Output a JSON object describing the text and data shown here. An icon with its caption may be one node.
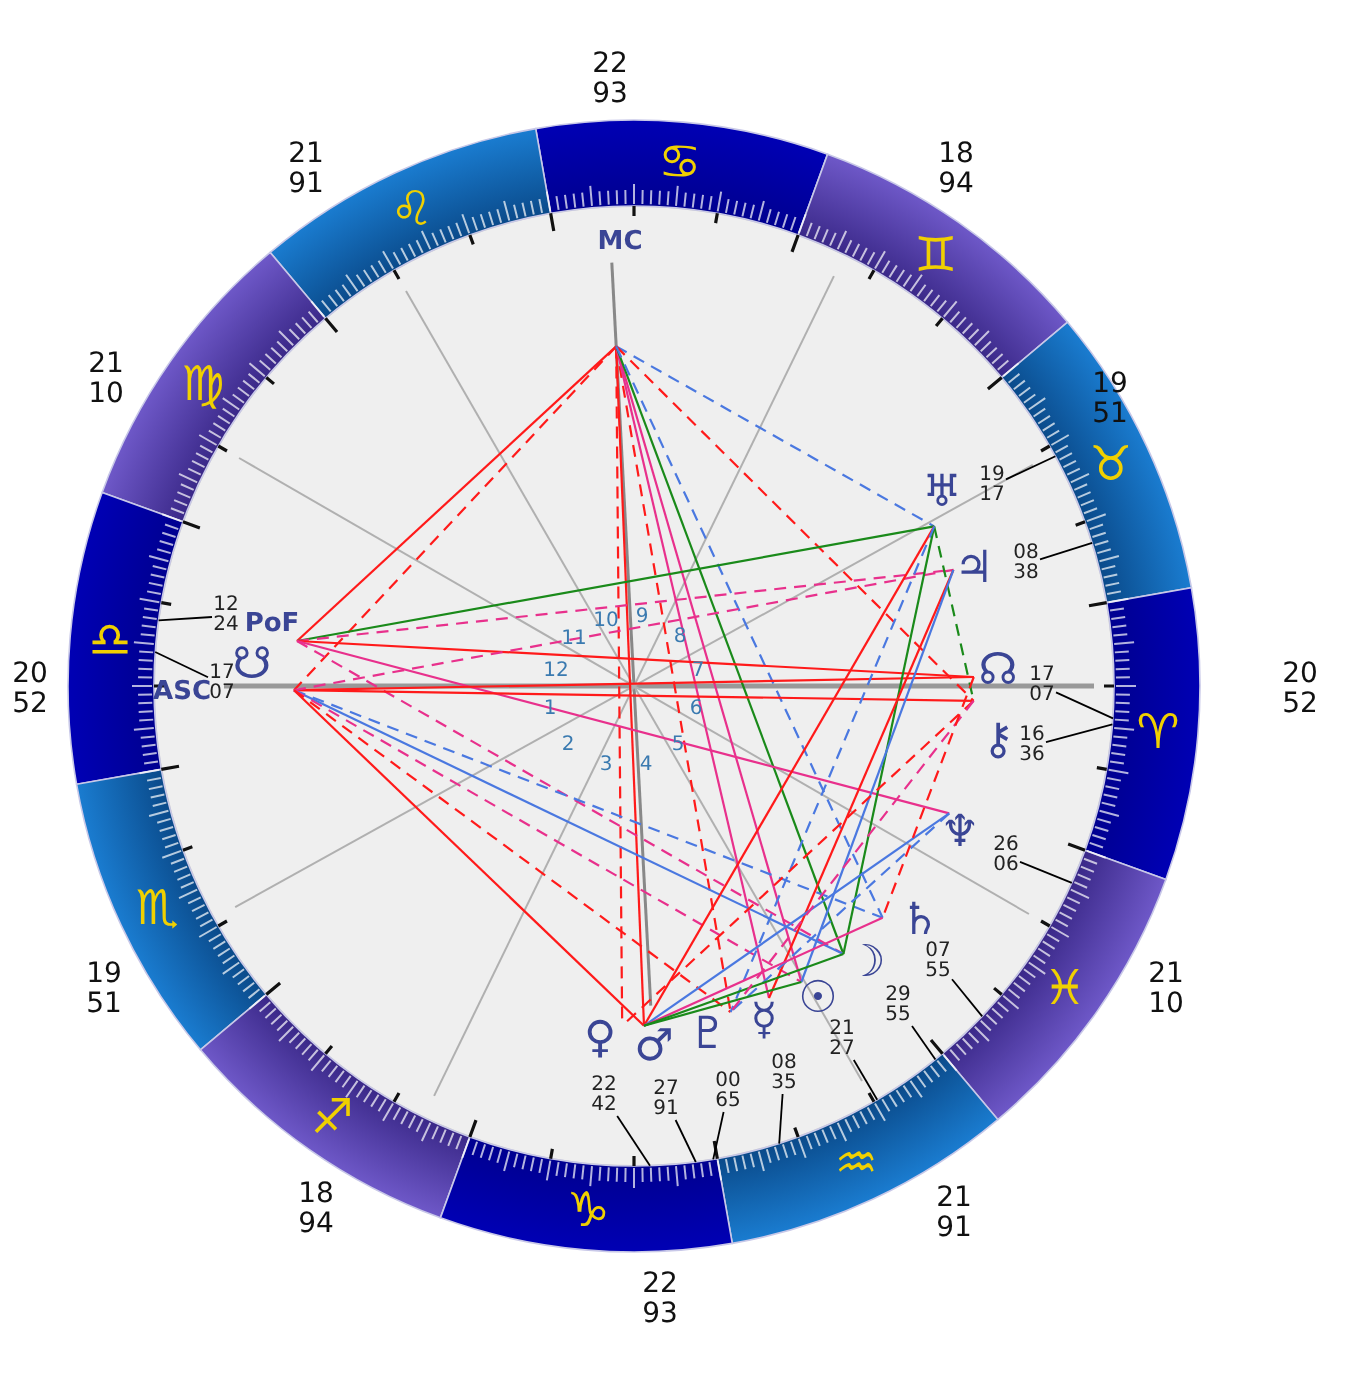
{
  "diagram": {
    "nodes": [
      {
        "text": [
          "♋"
        ]
      },
      {
        "text": [
          "♌"
        ]
      },
      {
        "text": [
          "♊"
        ]
      },
      {
        "text": [
          "♍"
        ]
      },
      {
        "text": [
          "♉"
        ]
      },
      {
        "text": [
          "♎"
        ]
      },
      {
        "text": [
          "♈"
        ]
      },
      {
        "text": [
          "♏"
        ]
      },
      {
        "text": [
          "♓"
        ]
      },
      {
        "text": [
          "♐"
        ]
      },
      {
        "text": [
          "♒"
        ]
      },
      {
        "text": [
          "♑"
        ]
      },
      {
        "text": [
          "MC"
        ]
      },
      {
        "text": [
          "PoF"
        ]
      },
      {
        "text": [
          "12 24"
        ]
      },
      {
        "text": [
          "☋"
        ]
      },
      {
        "text": [
          "17 07"
        ]
      },
      {
        "text": [
          "ASC"
        ]
      },
      {
        "text": [
          "♅"
        ]
      },
      {
        "text": [
          "19 17"
        ]
      },
      {
        "text": [
          "♃"
        ]
      },
      {
        "text": [
          "08 38"
        ]
      },
      {
        "text": [
          "☊"
        ]
      },
      {
        "text": [
          "17 07"
        ]
      },
      {
        "text": [
          "⚷"
        ]
      },
      {
        "text": [
          "16 36"
        ]
      },
      {
        "text": [
          "♆"
        ]
      },
      {
        "text": [
          "26 06"
        ]
      },
      {
        "text": [
          "♄"
        ]
      },
      {
        "text": [
          "07 55"
        ]
      },
      {
        "text": [
          "☽"
        ]
      },
      {
        "text": [
          "29 55"
        ]
      },
      {
        "text": [
          "☉"
        ]
      },
      {
        "text": [
          "21 27"
        ]
      },
      {
        "text": [
          "☿"
        ]
      },
      {
        "text": [
          "08 35"
        ]
      },
      {
        "text": [
          "♇"
        ]
      },
      {
        "text": [
          "00 65"
        ]
      },
      {
        "text": [
          "♂"
        ]
      },
      {
        "text": [
          "27 91"
        ]
      },
      {
        "text": [
          "♀"
        ]
      },
      {
        "text": [
          "22 42"
        ]
      }
    ],
    "edges": [
      {
        "from": 14,
        "to": 5,
        "arrow": "none",
        "color": "#000000"
      },
      {
        "from": 16,
        "to": 5,
        "arrow": "none",
        "color": "#000000"
      },
      {
        "from": 19,
        "to": 4,
        "arrow": "none",
        "color": "#000000"
      },
      {
        "from": 21,
        "to": 4,
        "arrow": "none",
        "color": "#000000"
      },
      {
        "from": 23,
        "to": 6,
        "arrow": "none",
        "color": "#000000"
      },
      {
        "from": 25,
        "to": 6,
        "arrow": "none",
        "color": "#000000"
      },
      {
        "from": 27,
        "to": 8,
        "arrow": "none",
        "color": "#000000"
      },
      {
        "from": 29,
        "to": 8,
        "arrow": "none",
        "color": "#000000"
      },
      {
        "from": 31,
        "to": 10,
        "arrow": "none",
        "color": "#000000"
      },
      {
        "from": 33,
        "to": 10,
        "arrow": "none",
        "color": "#000000"
      },
      {
        "from": 35,
        "to": 10,
        "arrow": "none",
        "color": "#000000"
      },
      {
        "from": 37,
        "to": 11,
        "arrow": "none",
        "color": "#000000"
      },
      {
        "from": 39,
        "to": 11,
        "arrow": "none",
        "color": "#000000"
      },
      {
        "from": 41,
        "to": 11,
        "arrow": "none",
        "color": "#000000"
      },
      {
        "from": 12,
        "to": 13,
        "arrow": "none"
      },
      {
        "from": 12,
        "to": 15,
        "arrow": "none",
        "style": "dashed"
      },
      {
        "from": 12,
        "to": 38,
        "arrow": "none"
      },
      {
        "from": 12,
        "to": 40,
        "arrow": "none",
        "style": "dashed"
      },
      {
        "from": 12,
        "to": 36,
        "arrow": "none",
        "style": "dashed"
      },
      {
        "from": 12,
        "to": 34,
        "arrow": "none",
        "color": "#e8308c"
      },
      {
        "from": 12,
        "to": 32,
        "arrow": "none",
        "color": "#e8308c"
      },
      {
        "from": 12,
        "to": 30,
        "arrow": "none",
        "color": "#1a8a1a"
      },
      {
        "from": 12,
        "to": 18,
        "arrow": "none",
        "style": "dashed",
        "color": "#4a78e0"
      },
      {
        "from": 12,
        "to": 24,
        "arrow": "none",
        "style": "dashed"
      },
      {
        "from": 12,
        "to": 28,
        "arrow": "none",
        "style": "dashed",
        "color": "#4a78e0"
      },
      {
        "from": 13,
        "to": 18,
        "arrow": "none",
        "color": "#1a8a1a"
      },
      {
        "from": 13,
        "to": 20,
        "arrow": "none",
        "style": "dashed",
        "color": "#e8308c"
      },
      {
        "from": 13,
        "to": 22,
        "arrow": "none"
      },
      {
        "from": 13,
        "to": 26,
        "arrow": "none",
        "color": "#e8308c"
      },
      {
        "from": 13,
        "to": 30,
        "arrow": "none",
        "style": "dashed",
        "color": "#e8308c"
      },
      {
        "from": 15,
        "to": 22,
        "arrow": "none"
      },
      {
        "from": 15,
        "to": 24,
        "arrow": "none"
      },
      {
        "from": 15,
        "to": 38,
        "arrow": "none"
      },
      {
        "from": 15,
        "to": 30,
        "arrow": "none",
        "color": "#4a78e0"
      },
      {
        "from": 15,
        "to": 28,
        "arrow": "none",
        "style": "dashed",
        "color": "#4a78e0"
      },
      {
        "from": 15,
        "to": 32,
        "arrow": "none",
        "style": "dashed",
        "color": "#e8308c"
      },
      {
        "from": 15,
        "to": 20,
        "arrow": "none",
        "style": "dashed",
        "color": "#e8308c"
      },
      {
        "from": 15,
        "to": 36,
        "arrow": "none",
        "style": "dashed"
      },
      {
        "from": 18,
        "to": 30,
        "arrow": "none",
        "color": "#1a8a1a"
      },
      {
        "from": 18,
        "to": 38,
        "arrow": "none"
      },
      {
        "from": 18,
        "to": 24,
        "arrow": "none",
        "style": "dashed",
        "color": "#1a8a1a"
      },
      {
        "from": 18,
        "to": 36,
        "arrow": "none",
        "style": "dashed",
        "color": "#4a78e0"
      },
      {
        "from": 20,
        "to": 34,
        "arrow": "none"
      },
      {
        "from": 20,
        "to": 32,
        "arrow": "none",
        "color": "#4a78e0"
      },
      {
        "from": 26,
        "to": 38,
        "arrow": "none",
        "color": "#4a78e0"
      },
      {
        "from": 26,
        "to": 36,
        "arrow": "none",
        "style": "dashed",
        "color": "#4a78e0"
      },
      {
        "from": 28,
        "to": 38,
        "arrow": "none",
        "color": "#e8308c"
      },
      {
        "from": 30,
        "to": 38,
        "arrow": "none",
        "color": "#1a8a1a"
      },
      {
        "from": 32,
        "to": 38,
        "arrow": "none",
        "color": "#1a8a1a"
      },
      {
        "from": 24,
        "to": 40,
        "arrow": "none",
        "style": "dashed"
      },
      {
        "from": 24,
        "to": 36,
        "arrow": "none",
        "style": "dashed",
        "color": "#e8308c"
      },
      {
        "from": 22,
        "to": 28,
        "arrow": "none",
        "style": "dashed"
      }
    ],
    "labels": [
      "22 93",
      "21 91",
      "18 94",
      "21 10",
      "19 51",
      "20 52",
      "20 52",
      "19 51",
      "21 10",
      "18 94",
      "21 91",
      "22 93",
      "10",
      "9",
      "11",
      "8",
      "12",
      "7",
      "1",
      "6",
      "2",
      "5",
      "3",
      "4"
    ]
  }
}
